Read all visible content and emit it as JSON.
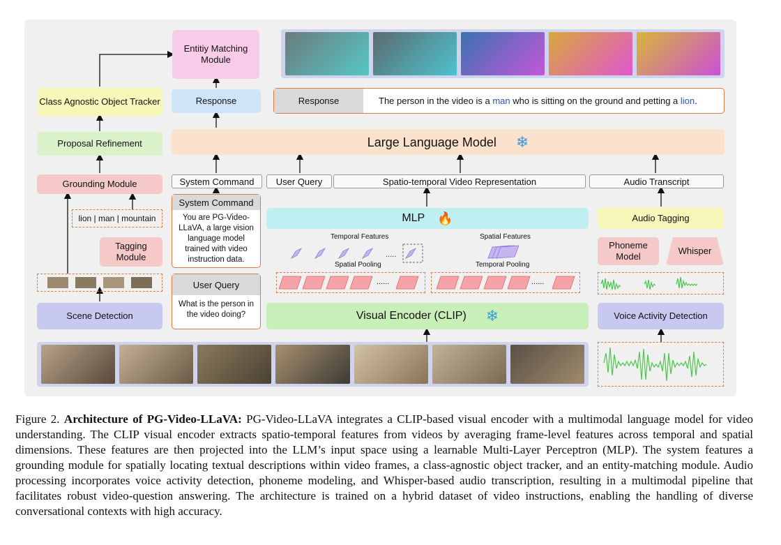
{
  "diagram": {
    "left": {
      "entity_matching": "Entitiy Matching Module",
      "class_tracker": "Class Agnostic Object Tracker",
      "proposal_refinement": "Proposal Refinement",
      "grounding_module": "Grounding Module",
      "tags_text": "lion | man | mountain",
      "tagging_module": "Tagging Module",
      "scene_detection": "Scene Detection"
    },
    "center": {
      "response_box": "Response",
      "response_label": "Response",
      "response_text_pre": "The person in the video is a ",
      "response_word_man": "man",
      "response_text_mid": " who is sitting on the ground and petting a ",
      "response_word_lion": "lion",
      "response_text_end": ".",
      "llm": "Large Language Model",
      "system_command": "System Command",
      "user_query": "User Query",
      "spatio_temporal": "Spatio-temporal Video Representation",
      "system_command_title": "System Command",
      "system_command_body": "You are PG-Video-LLaVA, a large vision language model trained with video instruction data.",
      "user_query_title": "User Query",
      "user_query_body": "What is the person in the video doing?",
      "mlp": "MLP",
      "temporal_features": "Temporal Features",
      "spatial_features": "Spatial Features",
      "spatial_pooling": "Spatial Pooling",
      "temporal_pooling": "Temporal Pooling",
      "dots": "......",
      "visual_encoder": "Visual Encoder (CLIP)"
    },
    "right": {
      "audio_transcript": "Audio Transcript",
      "audio_tagging": "Audio Tagging",
      "phoneme_model": "Phoneme Model",
      "whisper": "Whisper",
      "vad": "Voice Activity Detection"
    },
    "icons": {
      "frozen": "snowflake-icon",
      "trainable": "fire-icon"
    },
    "colors": {
      "pink": "#f8cbe9",
      "yellow": "#f6f7b8",
      "green": "#d9f2c9",
      "salmon": "#f6c9c9",
      "blue": "#cfe4f7",
      "peach": "#fbe2cc",
      "cyan": "#bfeff1",
      "lavender": "#c7c9f0",
      "lightgreen": "#c9efb8",
      "link": "#2a56b8",
      "orange": "#e07a3c"
    }
  },
  "caption": {
    "prefix": "Figure 2. ",
    "title": "Architecture of PG-Video-LLaVA:",
    "body": " PG-Video-LLaVA integrates a CLIP-based visual encoder with a multimodal language model for video understanding. The CLIP visual encoder extracts spatio-temporal features from videos by averaging frame-level features across temporal and spatial dimensions. These features are then projected into the LLM’s input space using a learnable Multi-Layer Perceptron (MLP). The system features a grounding module for spatially locating textual descriptions within video frames, a class-agnostic object tracker, and an entity-matching module. Audio processing incorporates voice activity detection, phoneme modeling, and Whisper-based audio transcription, resulting in a multimodal pipeline that facilitates robust video-question answering. The architecture is trained on a hybrid dataset of video instructions, enabling the handling of diverse conversational contexts with high accuracy."
  }
}
